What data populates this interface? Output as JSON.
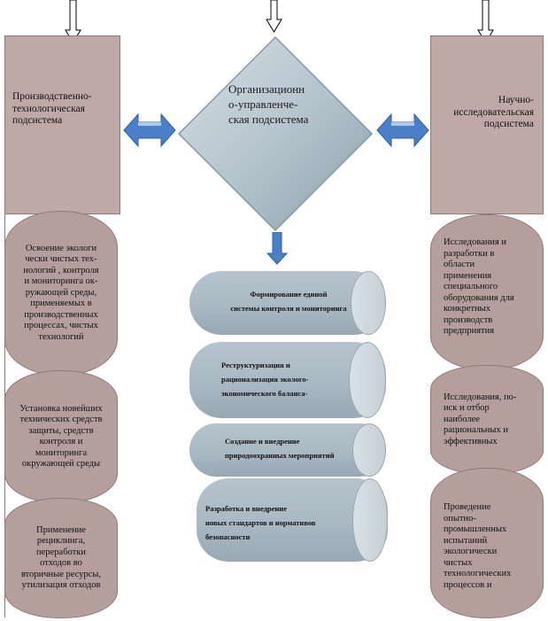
{
  "boxes": {
    "production": "Производственно-\nтехнологическая\nподсистема",
    "organizational": "Организационн\nо-управленче-\nская подсистема",
    "research": "Научно-\nисследовательская\nподсистема"
  },
  "left_items": [
    "Освоение экологи\nчески чистых тех-\nнологий , контроля\nи мониторинга ок-\nружающей среды,\nприменяемых в\nпроизводственных\nпроцессах, чистых\nтехнологий",
    "Установка новейших\nтехнических средств\nзащиты, средств\nконтроля и\nмониторинга\nокружающей  среды",
    "Применение\nрециклинга,\nпереработки\nотходов во\nвторичные ресурсы,\nутилизация отходов"
  ],
  "center_items": [
    "Формирование единой\nсистемы контроля и мониторинга",
    "Реструктуризация и\nрационализация эколого-\nэкономического баланса-",
    "Создание и внедрение\nприродоохранных мероприятий",
    "Разработка и внедрение\nновых стандартов и нормативов\nбезопасности"
  ],
  "right_items": [
    "Исследования и\nразработки в\nобласти\nприменения\nспециального\nоборудования для\nконкретных\nпроизводств\nпредприятия",
    "Исследования,  по-\nиск и отбор\nнаиболее\nрациональных  и\nэффективных",
    "Проведение\nопытно-\nпромышленных\nиспытаний\nэкологически\nчистых\nтехнологических\nпроцессов и"
  ],
  "colors": {
    "box": "#bfa9a6",
    "oval": "#b49f9d",
    "diamond": "#b8c6cf",
    "cylinder": "#aebcc6",
    "arrow_blue": "#4a80c8"
  }
}
